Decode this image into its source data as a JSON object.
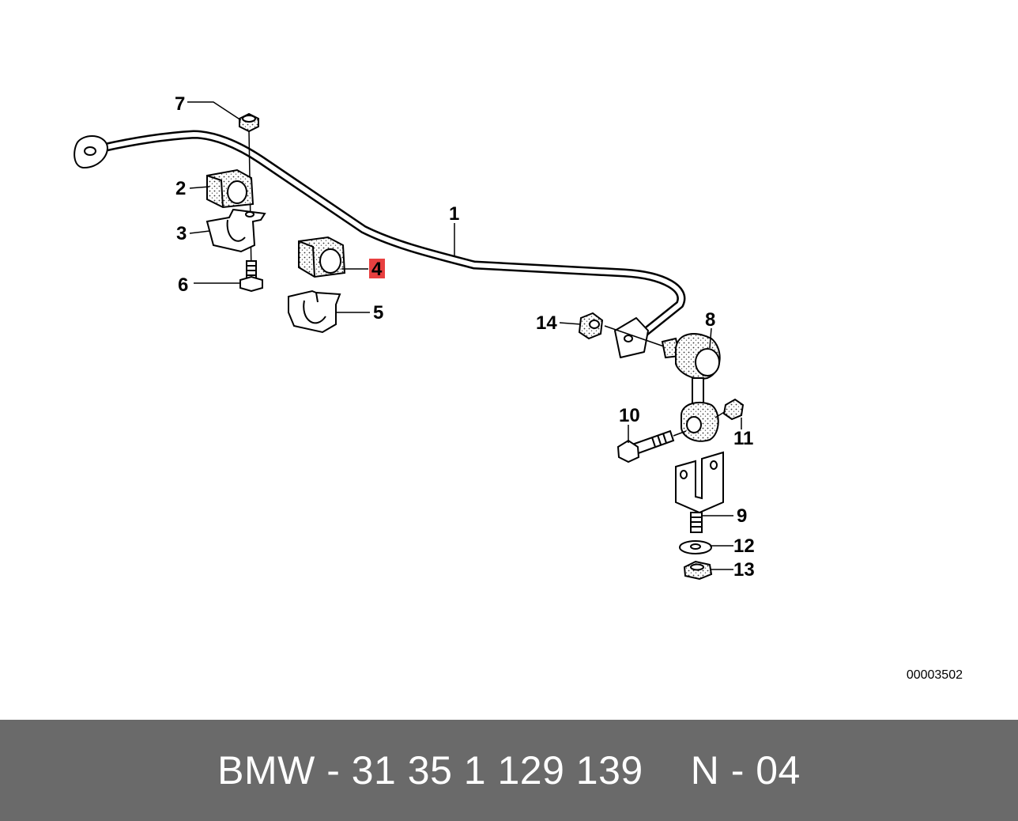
{
  "diagram": {
    "reference_code": "00003502",
    "labels": [
      {
        "id": "1",
        "text": "1"
      },
      {
        "id": "2",
        "text": "2"
      },
      {
        "id": "3",
        "text": "3"
      },
      {
        "id": "4",
        "text": "4",
        "highlighted": true
      },
      {
        "id": "5",
        "text": "5"
      },
      {
        "id": "6",
        "text": "6"
      },
      {
        "id": "7",
        "text": "7"
      },
      {
        "id": "8",
        "text": "8"
      },
      {
        "id": "9",
        "text": "9"
      },
      {
        "id": "10",
        "text": "10"
      },
      {
        "id": "11",
        "text": "11"
      },
      {
        "id": "12",
        "text": "12"
      },
      {
        "id": "13",
        "text": "13"
      },
      {
        "id": "14",
        "text": "14"
      }
    ],
    "highlight_color": "#e84040"
  },
  "footer": {
    "part_number": "BMW - 31 35 1 129 139",
    "position": "N - 04",
    "background_color": "#6a6a6a"
  }
}
